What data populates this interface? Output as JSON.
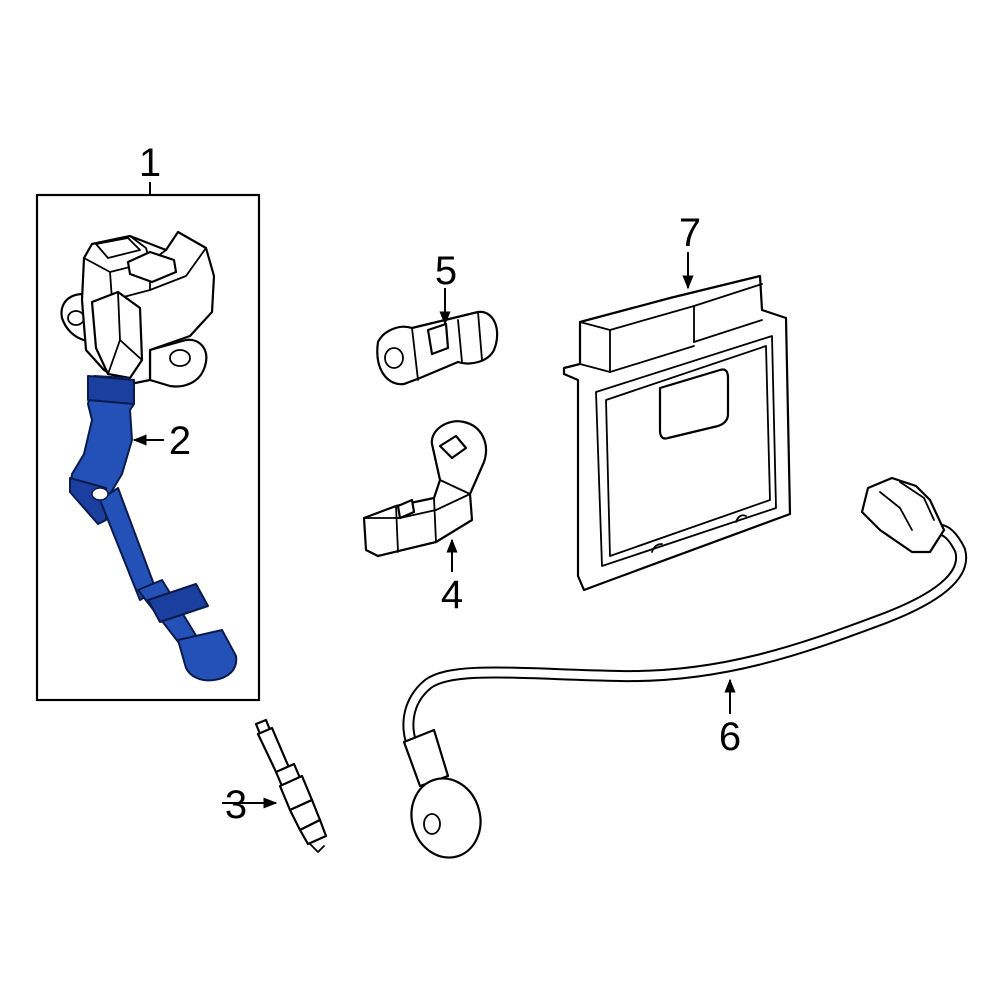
{
  "callouts": [
    {
      "id": "1",
      "label": "1"
    },
    {
      "id": "2",
      "label": "2"
    },
    {
      "id": "3",
      "label": "3"
    },
    {
      "id": "4",
      "label": "4"
    },
    {
      "id": "5",
      "label": "5"
    },
    {
      "id": "6",
      "label": "6"
    },
    {
      "id": "7",
      "label": "7"
    }
  ],
  "colors": {
    "highlight": "#2451b8",
    "line": "#000000",
    "background": "#ffffff"
  },
  "parts": [
    {
      "callout": "1",
      "part": "ignition-coil-assembly",
      "highlighted": false
    },
    {
      "callout": "2",
      "part": "coil-boot",
      "highlighted": true
    },
    {
      "callout": "3",
      "part": "spark-plug",
      "highlighted": false
    },
    {
      "callout": "4",
      "part": "crankshaft-sensor",
      "highlighted": false
    },
    {
      "callout": "5",
      "part": "camshaft-sensor",
      "highlighted": false
    },
    {
      "callout": "6",
      "part": "knock-sensor",
      "highlighted": false
    },
    {
      "callout": "7",
      "part": "ecm",
      "highlighted": false
    }
  ]
}
